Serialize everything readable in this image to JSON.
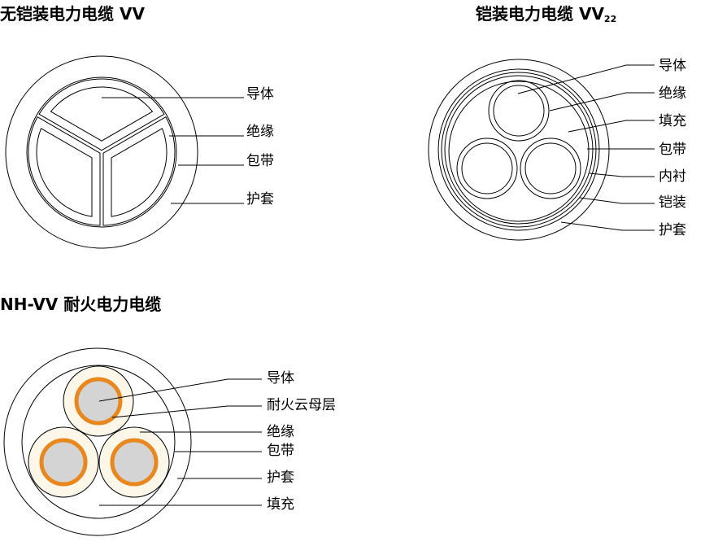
{
  "diagrams": [
    {
      "title": "无铠装电力电缆 VV",
      "labels": [
        "导体",
        "绝缘",
        "包带",
        "护套"
      ]
    },
    {
      "title_main": "铠装电力电缆 VV",
      "title_sub": "22",
      "labels": [
        "导体",
        "绝缘",
        "填充",
        "包带",
        "内衬",
        "铠装",
        "护套"
      ]
    },
    {
      "title": "NH-VV 耐火电力电缆",
      "labels": [
        "导体",
        "耐火云母层",
        "绝缘",
        "包带",
        "护套",
        "填充"
      ]
    }
  ],
  "colors": {
    "mica_layer": "#e8871e",
    "conductor": "#d4d4d4",
    "insulation": "#fdf7ea"
  }
}
